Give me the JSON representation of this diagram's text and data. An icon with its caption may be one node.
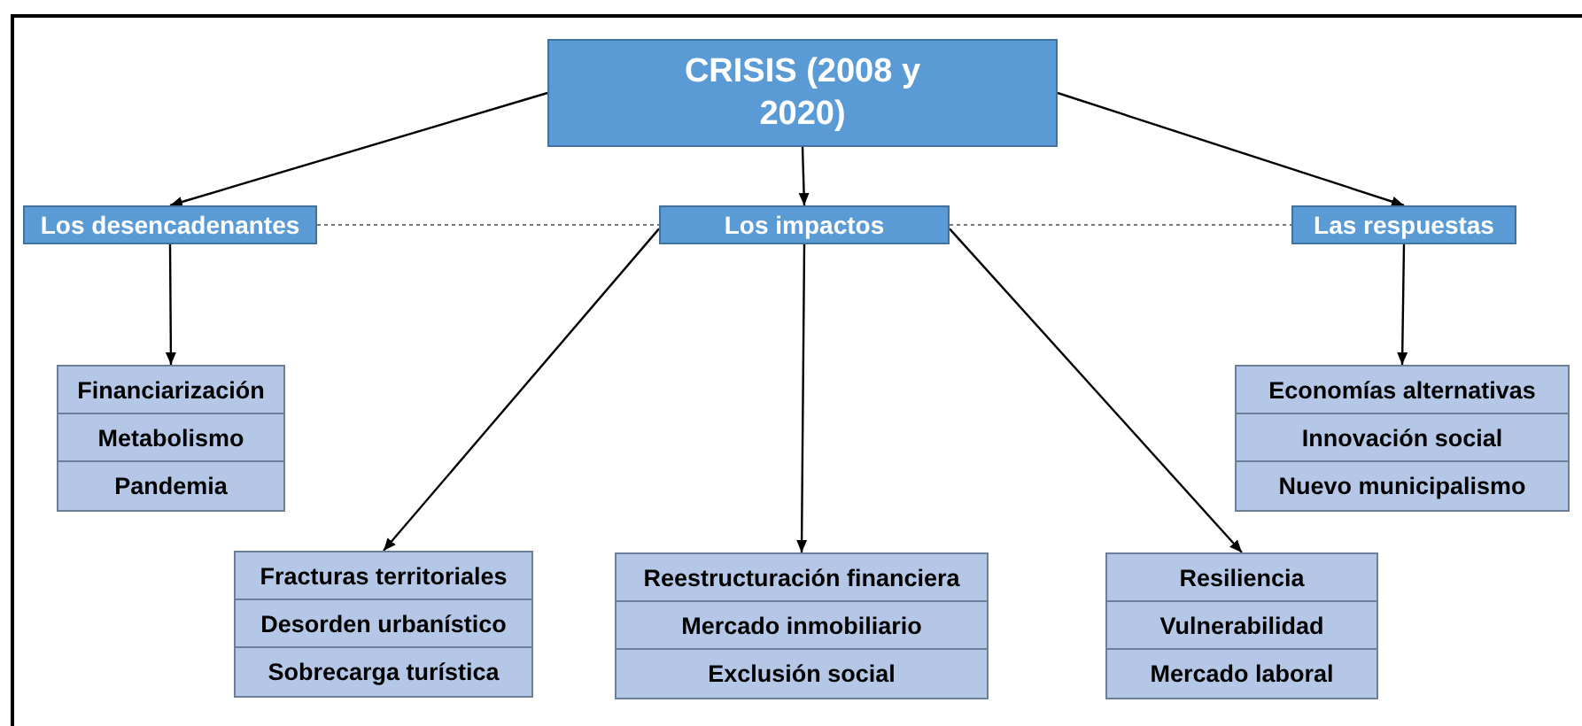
{
  "diagram": {
    "nodes": [
      {
        "text": [
          "CRISIS (2008 y 2020)"
        ]
      },
      {
        "text": [
          "Los desencadenantes"
        ]
      },
      {
        "text": [
          "Los impactos"
        ]
      },
      {
        "text": [
          "Las respuestas"
        ]
      },
      {
        "text": [],
        "shape": "box"
      },
      {
        "text": [
          "Financiarización"
        ],
        "in": 4
      },
      {
        "text": [
          "Metabolismo"
        ],
        "in": 4
      },
      {
        "text": [
          "Pandemia"
        ],
        "in": 4
      },
      {
        "text": [],
        "shape": "box"
      },
      {
        "text": [
          "Economías alternativas"
        ],
        "in": 8
      },
      {
        "text": [
          "Innovación social"
        ],
        "in": 8
      },
      {
        "text": [
          "Nuevo municipalismo"
        ],
        "in": 8
      },
      {
        "text": [],
        "shape": "box"
      },
      {
        "text": [
          "Fracturas territoriales"
        ],
        "in": 12
      },
      {
        "text": [
          "Desorden urbanístico"
        ],
        "in": 12
      },
      {
        "text": [
          "Sobrecarga turística"
        ],
        "in": 12
      },
      {
        "text": [],
        "shape": "box"
      },
      {
        "text": [
          "Reestructuración financiera"
        ],
        "in": 16
      },
      {
        "text": [
          "Mercado inmobiliario"
        ],
        "in": 16
      },
      {
        "text": [
          "Exclusión social"
        ],
        "in": 16
      },
      {
        "text": [],
        "shape": "box"
      },
      {
        "text": [
          "Resiliencia"
        ],
        "in": 20
      },
      {
        "text": [
          "Vulnerabilidad"
        ],
        "in": 20
      },
      {
        "text": [
          "Mercado laboral"
        ],
        "in": 20
      }
    ],
    "edges": [
      {
        "from": 0,
        "to": 1,
        "arrow": "to"
      },
      {
        "from": 0,
        "to": 2,
        "arrow": "to"
      },
      {
        "from": 0,
        "to": 3,
        "arrow": "to"
      },
      {
        "from": 1,
        "to": 2,
        "arrow": "none",
        "style": "dashed",
        "color": "#777777"
      },
      {
        "from": 2,
        "to": 3,
        "arrow": "none",
        "style": "dashed",
        "color": "#777777"
      },
      {
        "from": 1,
        "to": 4,
        "arrow": "to"
      },
      {
        "from": 3,
        "to": 8,
        "arrow": "to"
      },
      {
        "from": 2,
        "to": 12,
        "arrow": "to"
      },
      {
        "from": 2,
        "to": 16,
        "arrow": "to"
      },
      {
        "from": 2,
        "to": 20,
        "arrow": "to"
      }
    ]
  }
}
